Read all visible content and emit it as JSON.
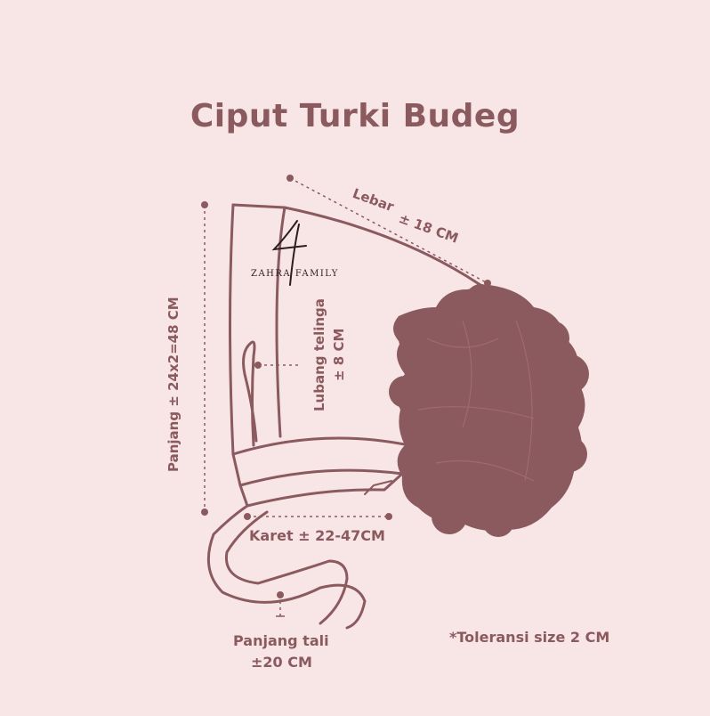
{
  "title": "Ciput Turki Budeg",
  "brand": {
    "logo_text": "ZAHRA FAMILY"
  },
  "measurements": {
    "lebar_label": "Lebar",
    "lebar_value": "± 18 CM",
    "panjang": "Panjang ± 24x2=48 CM",
    "lubang_label": "Lubang telinga",
    "lubang_value": "± 8 CM",
    "karet": "Karet ± 22-47CM",
    "tali_label": "Panjang tali",
    "tali_value": "±20 CM"
  },
  "note": "*Toleransi size 2 CM",
  "colors": {
    "background": "#f8e6e6",
    "line": "#8a5a5e",
    "flower": "#8a5a5e",
    "text": "#8a5a5e"
  }
}
